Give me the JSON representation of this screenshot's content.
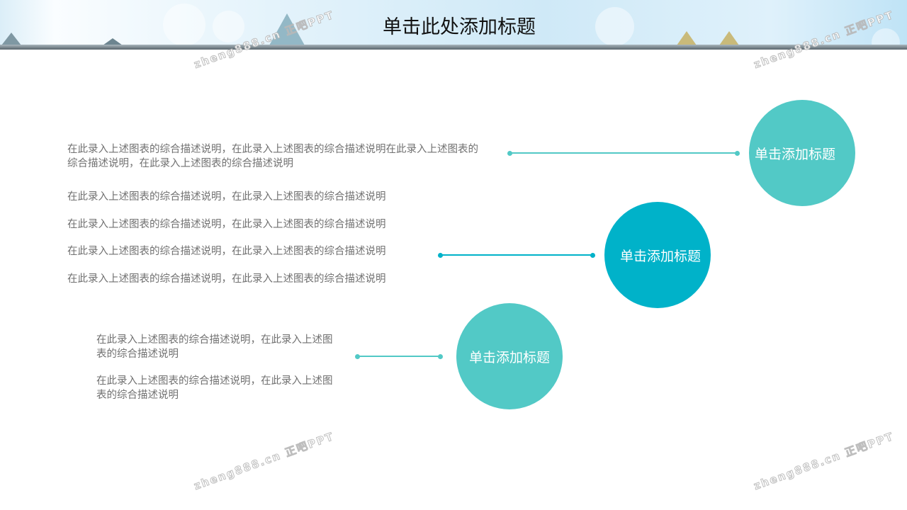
{
  "title": "单击此处添加标题",
  "watermark": "zheng888.cn 正吧PPT",
  "colors": {
    "teal_light": "#52c9c6",
    "teal_dark": "#00b2c9",
    "text": "#707070"
  },
  "items": [
    {
      "circle_label": "单击添加标题",
      "paragraphs": [
        "在此录入上述图表的综合描述说明，在此录入上述图表的综合描述说明在此录入上述图表的综合描述说明，在此录入上述图表的综合描述说明"
      ]
    },
    {
      "circle_label": "单击添加标题",
      "paragraphs": [
        "在此录入上述图表的综合描述说明，在此录入上述图表的综合描述说明",
        "在此录入上述图表的综合描述说明，在此录入上述图表的综合描述说明",
        "在此录入上述图表的综合描述说明，在此录入上述图表的综合描述说明",
        "在此录入上述图表的综合描述说明，在此录入上述图表的综合描述说明"
      ]
    },
    {
      "circle_label": "单击添加标题",
      "paragraphs": [
        "在此录入上述图表的综合描述说明，在此录入上述图表的综合描述说明",
        "在此录入上述图表的综合描述说明，在此录入上述图表的综合描述说明"
      ]
    }
  ]
}
